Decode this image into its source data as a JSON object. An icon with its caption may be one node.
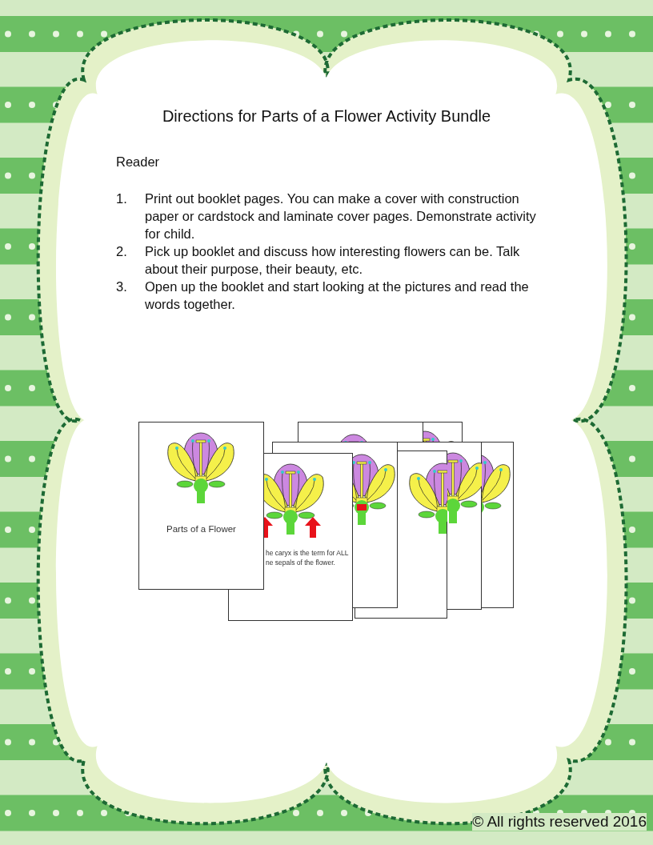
{
  "diagram": {
    "title": "Directions for Parts of a Flower Activity Bundle",
    "labels": [
      "Reader",
      "1.",
      "Print out booklet pages. You can make a cover with construction paper or cardstock and laminate cover pages. Demonstrate activity for child.",
      "2.",
      "Pick up booklet and discuss how interesting flowers can be. Talk about their purpose, their beauty, etc.",
      "3.",
      "Open up the booklet and start looking at the pictures and read the words together.",
      "Parts of a Flower",
      "he caryx is the term for ALL",
      "ne sepals of the flower.",
      "© All rights reserved 2016"
    ]
  }
}
